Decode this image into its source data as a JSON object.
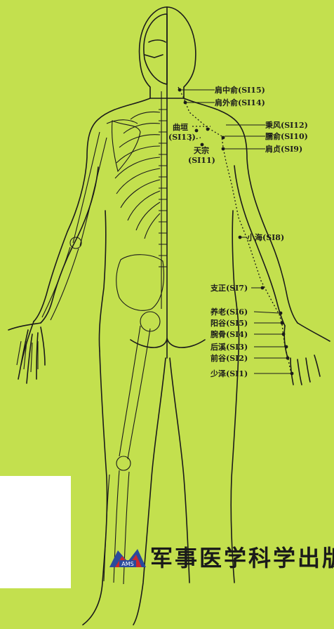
{
  "labels": {
    "si15": "肩中俞(SI15)",
    "si14": "肩外俞(SI14)",
    "si13_name": "曲垣",
    "si13_code": "(SI13)",
    "si12": "秉风(SI12)",
    "si10": "臑俞(SI10)",
    "si9": "肩贞(SI9)",
    "si11_name": "天宗",
    "si11_code": "(SI11)",
    "si8": "小海(SI8)",
    "si7": "支正(SI7)",
    "si6": "养老(SI6)",
    "si5": "阳谷(SI5)",
    "si4": "腕骨(SI4)",
    "si3": "后溪(SI3)",
    "si2": "前谷(SI2)",
    "si1": "少泽(SI1)"
  },
  "publisher": {
    "name": "军事医学科学出版",
    "logo_text": "AMS"
  },
  "colors": {
    "background": "#c3e04e",
    "line": "#1a1a1a",
    "logo_red": "#c8282e",
    "logo_blue": "#2a4a9c"
  }
}
